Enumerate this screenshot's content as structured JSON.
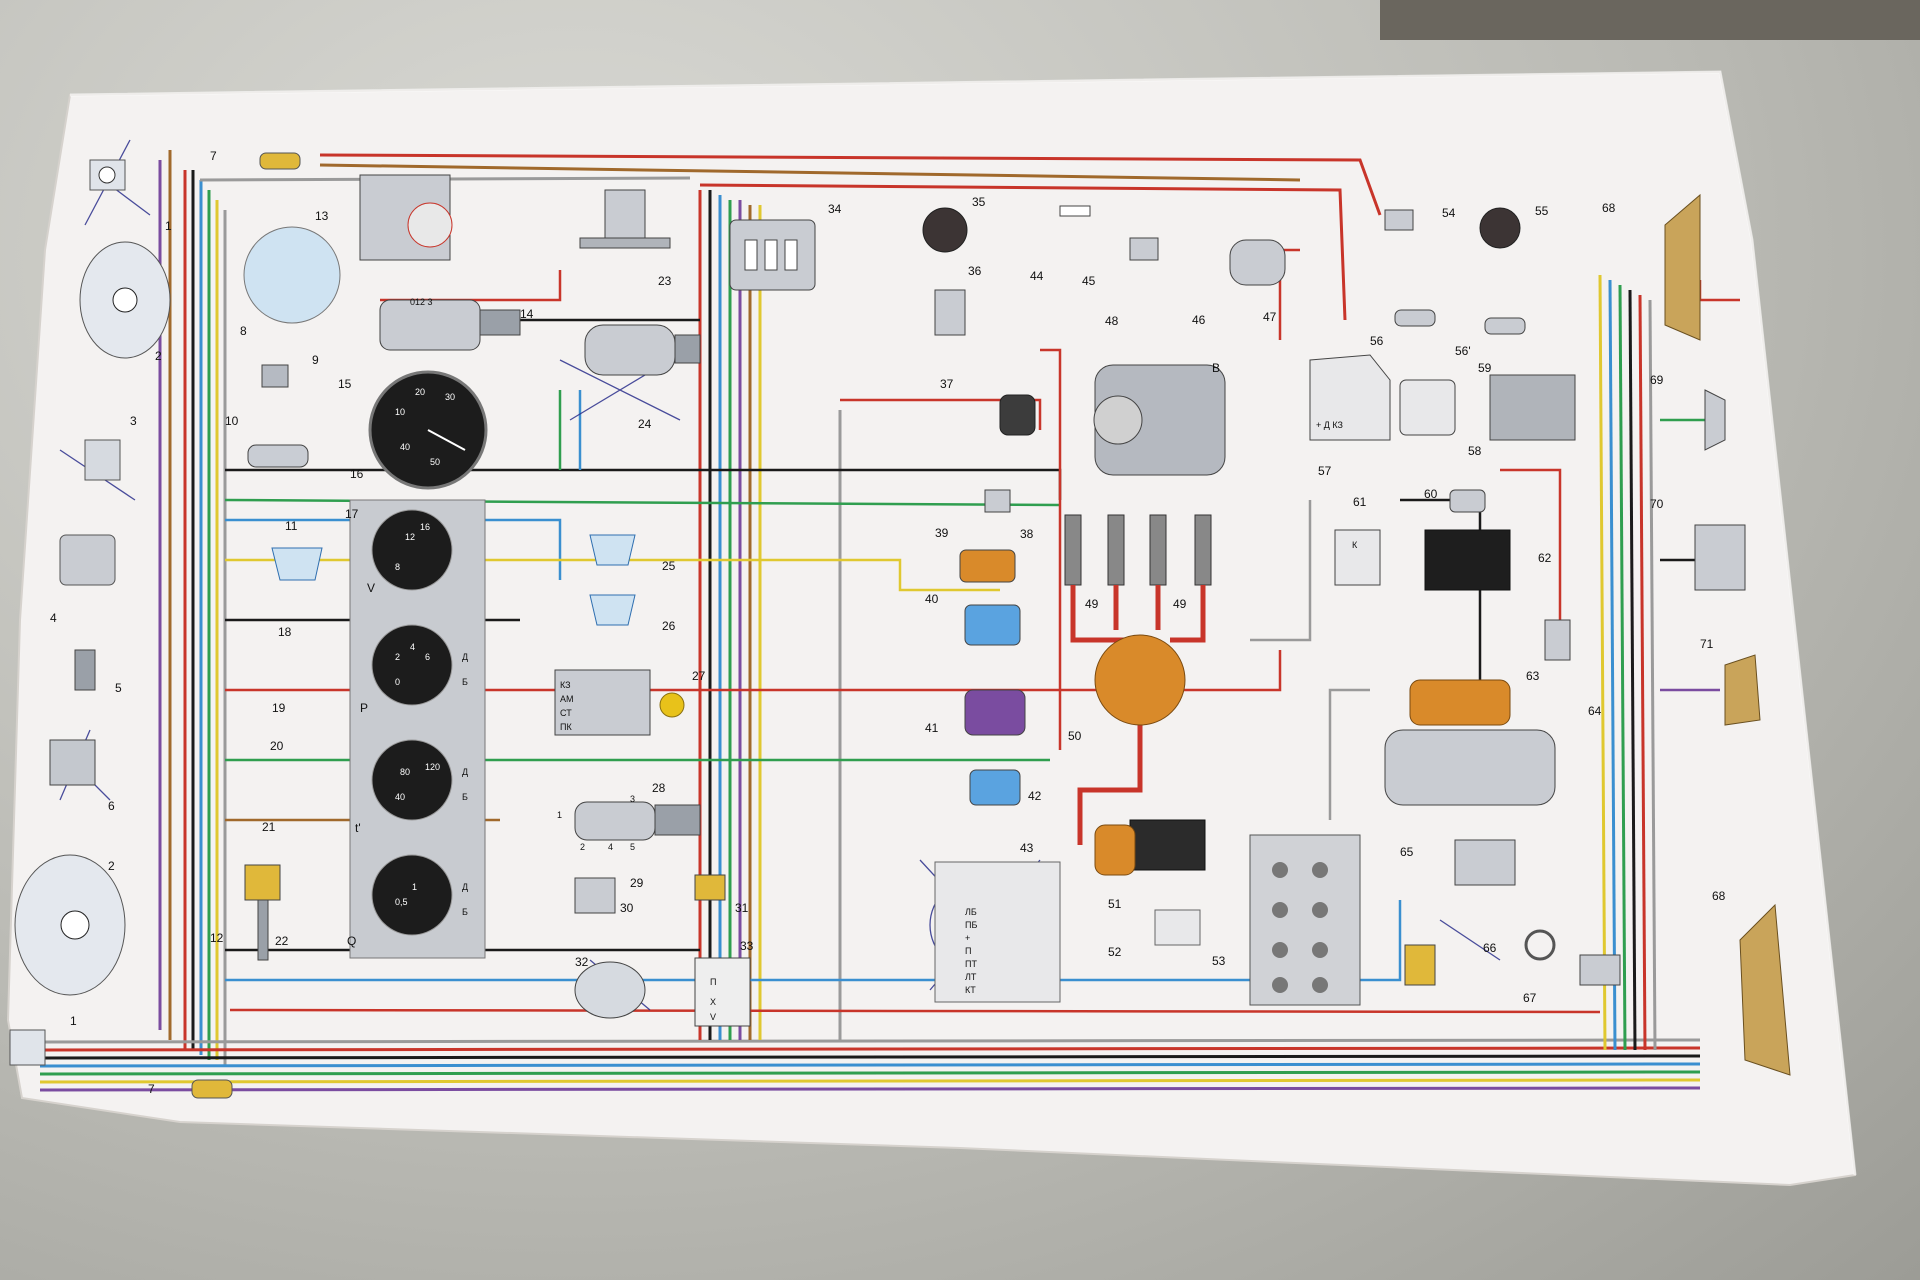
{
  "colors": {
    "paper": "#f4f2f1",
    "red": "#c8352a",
    "black": "#1a1a1a",
    "blue": "#3a8fd0",
    "green": "#2f9e4f",
    "yellow": "#e0c830",
    "brown": "#a0692c",
    "gray": "#9a9a9a",
    "purple": "#7a4ca0",
    "orange": "#d98a2a"
  },
  "components": [
    {
      "num": "1"
    },
    {
      "num": "1"
    },
    {
      "num": "2"
    },
    {
      "num": "2"
    },
    {
      "num": "3"
    },
    {
      "num": "4"
    },
    {
      "num": "5"
    },
    {
      "num": "6"
    },
    {
      "num": "7"
    },
    {
      "num": "7"
    },
    {
      "num": "8"
    },
    {
      "num": "9"
    },
    {
      "num": "10"
    },
    {
      "num": "11"
    },
    {
      "num": "12"
    },
    {
      "num": "13"
    },
    {
      "num": "14"
    },
    {
      "num": "15"
    },
    {
      "num": "16"
    },
    {
      "num": "17"
    },
    {
      "num": "18"
    },
    {
      "num": "19"
    },
    {
      "num": "20"
    },
    {
      "num": "21"
    },
    {
      "num": "22"
    },
    {
      "num": "23"
    },
    {
      "num": "24"
    },
    {
      "num": "25"
    },
    {
      "num": "26"
    },
    {
      "num": "27"
    },
    {
      "num": "28"
    },
    {
      "num": "29"
    },
    {
      "num": "30"
    },
    {
      "num": "31"
    },
    {
      "num": "32"
    },
    {
      "num": "33"
    },
    {
      "num": "34"
    },
    {
      "num": "35"
    },
    {
      "num": "36"
    },
    {
      "num": "37"
    },
    {
      "num": "38"
    },
    {
      "num": "39"
    },
    {
      "num": "40"
    },
    {
      "num": "41"
    },
    {
      "num": "42"
    },
    {
      "num": "43"
    },
    {
      "num": "44"
    },
    {
      "num": "45"
    },
    {
      "num": "46"
    },
    {
      "num": "47"
    },
    {
      "num": "48"
    },
    {
      "num": "49"
    },
    {
      "num": "49"
    },
    {
      "num": "50"
    },
    {
      "num": "51"
    },
    {
      "num": "52"
    },
    {
      "num": "53"
    },
    {
      "num": "54"
    },
    {
      "num": "55"
    },
    {
      "num": "56"
    },
    {
      "num": "56'"
    },
    {
      "num": "57"
    },
    {
      "num": "58"
    },
    {
      "num": "59"
    },
    {
      "num": "60"
    },
    {
      "num": "61"
    },
    {
      "num": "62"
    },
    {
      "num": "63"
    },
    {
      "num": "64"
    },
    {
      "num": "65"
    },
    {
      "num": "66"
    },
    {
      "num": "67"
    },
    {
      "num": "68"
    },
    {
      "num": "68"
    },
    {
      "num": "69"
    },
    {
      "num": "70"
    },
    {
      "num": "71"
    }
  ],
  "gauge_letters": {
    "v": "V",
    "p": "P",
    "t": "t'",
    "q": "Q"
  },
  "gauge_marks": {
    "d": "Д",
    "b": "Б"
  },
  "ignition_switch": {
    "kz": "КЗ",
    "am": "АМ",
    "st": "СТ",
    "pk": "ПК"
  },
  "generator_b": "В",
  "regulator_terminals": "+ Д КЗ",
  "relay_terms": "К",
  "terminal_block": {
    "t1": "ЛБ",
    "t2": "ПБ",
    "t3": "+",
    "t4": "П",
    "t5": "ПТ",
    "t6": "ЛТ",
    "t7": "КТ"
  },
  "panel_28": {
    "n1": "1",
    "n3": "3",
    "n2": "2",
    "n4": "4",
    "n5": "5"
  },
  "panel_33": {
    "a": "П",
    "b": "Х",
    "c": "V"
  },
  "tacho_marks": {
    "m1": "10",
    "m2": "20",
    "m3": "30",
    "m4": "40",
    "m5": "50"
  },
  "g17": {
    "a": "12",
    "b": "16",
    "c": "8"
  },
  "g19": {
    "a": "2",
    "b": "4",
    "c": "6",
    "d": "0"
  },
  "g21": {
    "a": "80",
    "b": "120",
    "c": "40"
  },
  "g22": {
    "a": "0,5",
    "b": "1"
  },
  "relay_block_label": "012 3"
}
